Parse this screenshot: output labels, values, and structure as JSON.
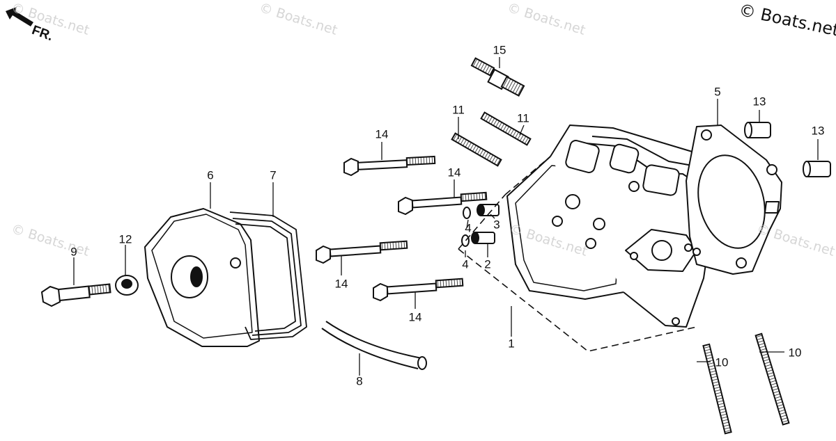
{
  "watermark": {
    "text": "© Boats.net",
    "corner_text": "© Boats.net"
  },
  "direction_label": "FR.",
  "callouts": [
    {
      "id": "c15",
      "number": "15"
    },
    {
      "id": "c11a",
      "number": "11"
    },
    {
      "id": "c11b",
      "number": "11"
    },
    {
      "id": "c5",
      "number": "5"
    },
    {
      "id": "c13a",
      "number": "13"
    },
    {
      "id": "c13b",
      "number": "13"
    },
    {
      "id": "c14a",
      "number": "14"
    },
    {
      "id": "c14b",
      "number": "14"
    },
    {
      "id": "c14c",
      "number": "14"
    },
    {
      "id": "c14d",
      "number": "14"
    },
    {
      "id": "c6",
      "number": "6"
    },
    {
      "id": "c7",
      "number": "7"
    },
    {
      "id": "c12",
      "number": "12"
    },
    {
      "id": "c9",
      "number": "9"
    },
    {
      "id": "c4a",
      "number": "4"
    },
    {
      "id": "c4b",
      "number": "4"
    },
    {
      "id": "c3",
      "number": "3"
    },
    {
      "id": "c2",
      "number": "2"
    },
    {
      "id": "c1",
      "number": "1"
    },
    {
      "id": "c8",
      "number": "8"
    },
    {
      "id": "c10a",
      "number": "10"
    },
    {
      "id": "c10b",
      "number": "10"
    }
  ]
}
